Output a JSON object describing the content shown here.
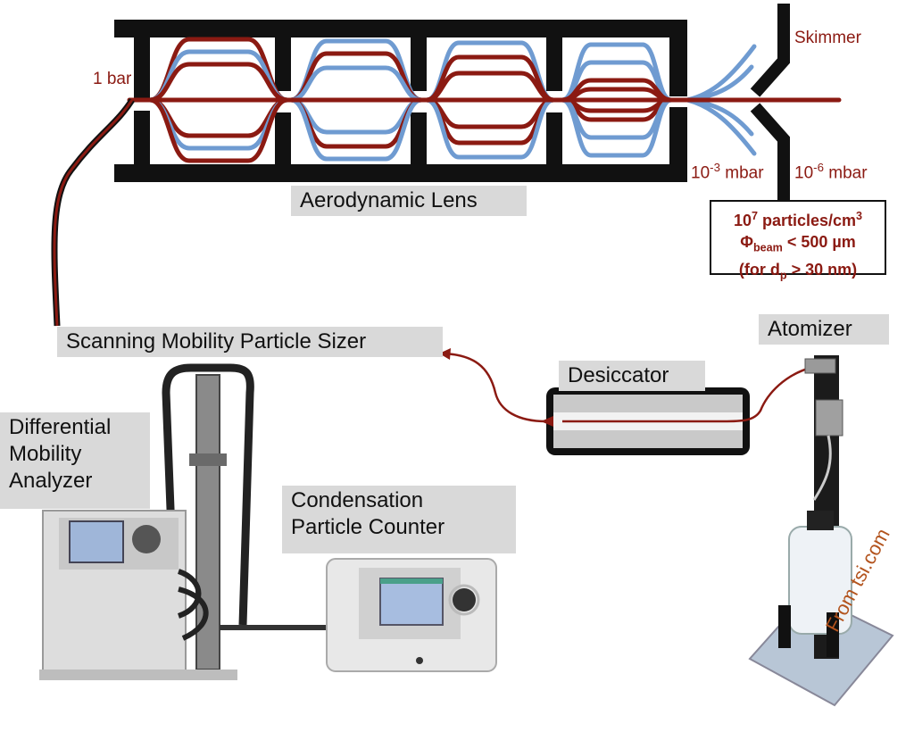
{
  "lens": {
    "title": "Aerodynamic Lens",
    "inlet_pressure": "1 bar",
    "skimmer": "Skimmer",
    "p1_base": "10",
    "p1_exp": "-3",
    "p1_unit": " mbar",
    "p2_base": "10",
    "p2_exp": "-6",
    "p2_unit": " mbar"
  },
  "beam": {
    "line1_base": "10",
    "line1_exp": "7",
    "line1_rest": " particles/cm",
    "line1_exp2": "3",
    "line2_sym": "Φ",
    "line2_sub": "beam",
    "line2_rest": " < 500 µm",
    "line3_pre": "(for d",
    "line3_sub": "p",
    "line3_rest": " > 30 nm)"
  },
  "instruments": {
    "smps": "Scanning Mobility Particle Sizer",
    "dma_line1": "Differential",
    "dma_line2": "Mobility",
    "dma_line3": "Analyzer",
    "cpc_line1": "Condensation",
    "cpc_line2": "Particle Counter",
    "desiccator": "Desiccator",
    "atomizer": "Atomizer"
  },
  "credit": "From tsi.com",
  "colors": {
    "trajectory_red": "#8b1a12",
    "trajectory_blue": "#6f9bd1",
    "structure": "#111111",
    "label_bg": "#d9d9d9"
  }
}
